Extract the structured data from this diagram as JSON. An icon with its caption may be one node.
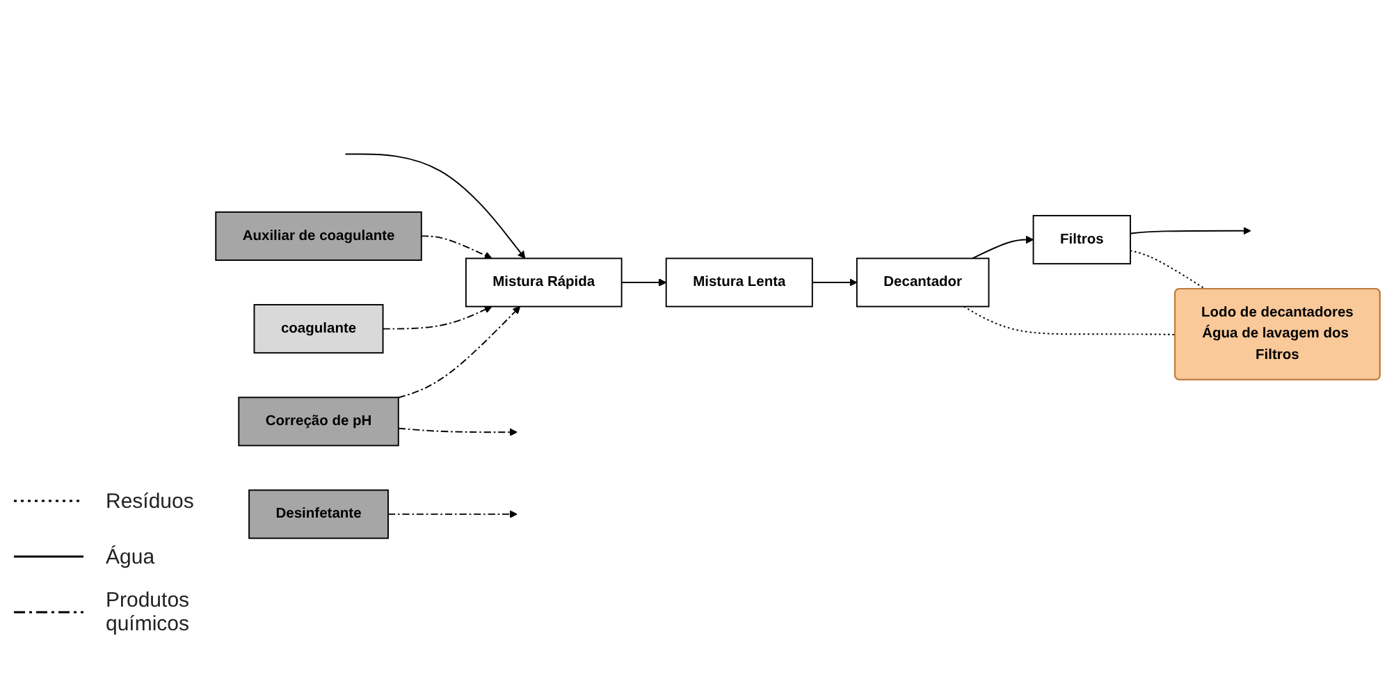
{
  "diagram": {
    "nodes": [
      {
        "text": [
          "Auxiliar de coagulante"
        ]
      },
      {
        "text": [
          "Correção de pH"
        ]
      },
      {
        "text": [
          "Desinfetante"
        ]
      },
      {
        "text": [
          "coagulante"
        ]
      },
      {
        "text": [
          "Mistura Rápida"
        ]
      },
      {
        "text": [
          "Mistura Lenta"
        ]
      },
      {
        "text": [
          "Decantador"
        ]
      },
      {
        "text": [
          "Filtros"
        ]
      },
      {
        "text": [
          "Lodo de decantadores",
          "Água de lavagem dos Filtros"
        ]
      }
    ],
    "edges": [
      {
        "from": null,
        "to": 4,
        "arrow": "to"
      },
      {
        "from": 4,
        "to": 5,
        "arrow": "to"
      },
      {
        "from": 5,
        "to": 6,
        "arrow": "to"
      },
      {
        "from": 6,
        "to": 7,
        "arrow": "to"
      },
      {
        "from": 7,
        "to": null,
        "arrow": "to"
      },
      {
        "from": 0,
        "to": 4,
        "arrow": "to",
        "style": "dashed"
      },
      {
        "from": 3,
        "to": 4,
        "arrow": "to",
        "style": "dashed"
      },
      {
        "from": 1,
        "to": 4,
        "arrow": "to",
        "style": "dashed"
      },
      {
        "from": 1,
        "to": null,
        "arrow": "to",
        "style": "dashed"
      },
      {
        "from": 2,
        "to": null,
        "arrow": "to",
        "style": "dashed"
      },
      {
        "from": 6,
        "to": 8,
        "arrow": "none",
        "style": "dashed"
      },
      {
        "from": 7,
        "to": 8,
        "arrow": "none",
        "style": "dashed"
      }
    ],
    "legend": [
      {
        "text": "Resíduos"
      },
      {
        "text": "Água"
      },
      {
        "text": "Produtos químicos"
      }
    ]
  }
}
